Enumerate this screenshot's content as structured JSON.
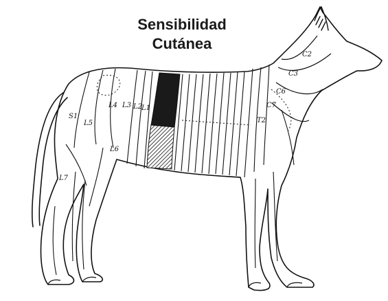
{
  "title": {
    "line1": "Sensibilidad",
    "line2": "Cutánea"
  },
  "labels": {
    "c2": "C2",
    "c3": "C3",
    "c6": "C6",
    "c7": "C7",
    "s1": "S1",
    "l1": "L1",
    "l2": "L2",
    "l3": "L3",
    "l4": "L4",
    "l5": "L5",
    "l6": "L6",
    "l7": "L7",
    "t2": "T2"
  },
  "colors": {
    "ink": "#111111",
    "shade": "#1a1a1a"
  }
}
